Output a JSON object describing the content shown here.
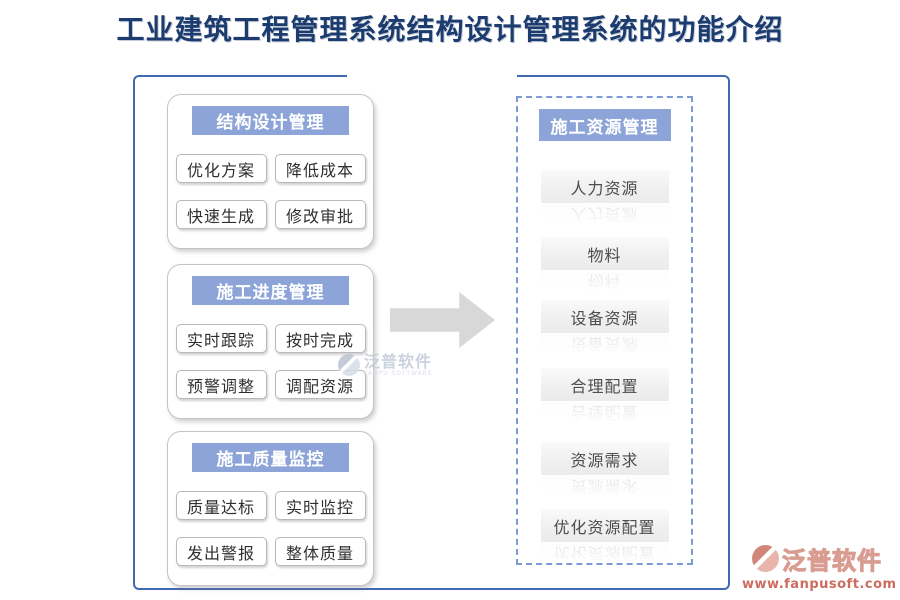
{
  "title": "工业建筑工程管理系统结构设计管理系统的功能介绍",
  "left_groups": [
    {
      "header": "结构设计管理",
      "items": [
        "优化方案",
        "降低成本",
        "快速生成",
        "修改审批"
      ]
    },
    {
      "header": "施工进度管理",
      "items": [
        "实时跟踪",
        "按时完成",
        "预警调整",
        "调配资源"
      ]
    },
    {
      "header": "施工质量监控",
      "items": [
        "质量达标",
        "实时监控",
        "发出警报",
        "整体质量"
      ]
    }
  ],
  "right_panel": {
    "header": "施工资源管理",
    "items": [
      "人力资源",
      "物料",
      "设备资源",
      "合理配置",
      "资源需求",
      "优化资源配置"
    ]
  },
  "watermark_center": {
    "brand": "泛普软件",
    "subtext": "FANPU SOFTWARE"
  },
  "watermark_corner": {
    "brand": "泛普软件",
    "url": "www.fanpusoft.com"
  },
  "colors": {
    "title_text": "#1c3c6f",
    "outer_border": "#4169b2",
    "header_bar": "#8ca4d8",
    "dashed_border": "#7b9ad6",
    "arrow": "#d8d8d8",
    "bar_bg": "#efefef",
    "watermark_salmon": "#dda095",
    "watermark_url": "#cb6c5f"
  }
}
